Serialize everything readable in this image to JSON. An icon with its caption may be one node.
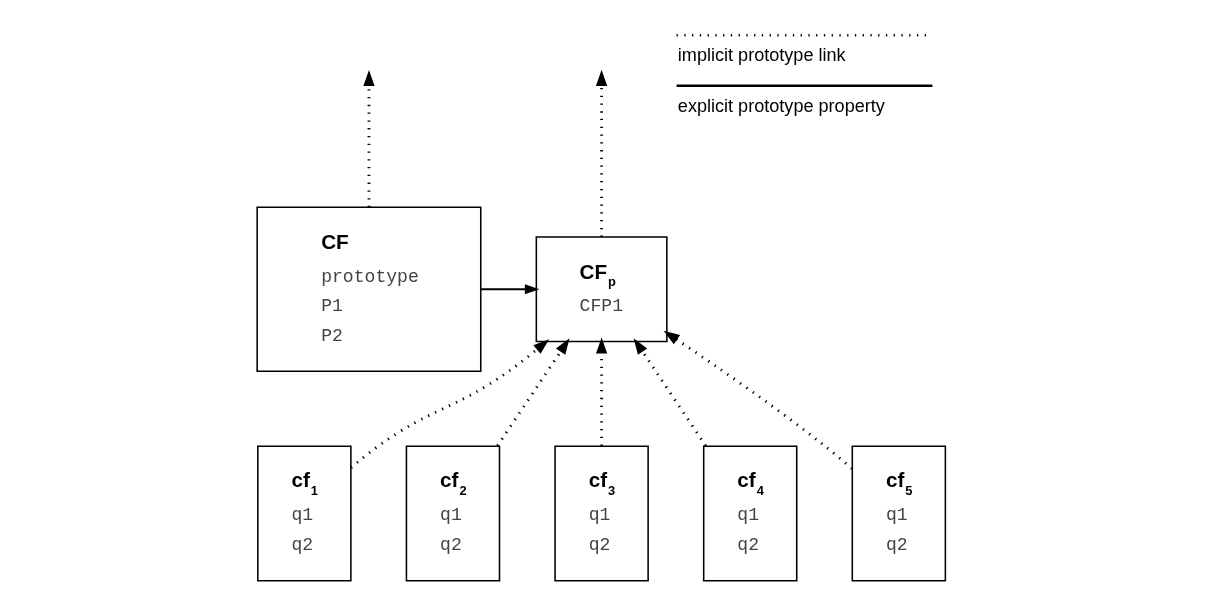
{
  "diagram": {
    "nodes": [
      {
        "text": [
          "CF",
          "prototype",
          "P1",
          "P2"
        ]
      },
      {
        "text": [
          "CF$_{p}$",
          "CFP1"
        ]
      },
      {
        "text": [
          "cf$_{1}$",
          "q1",
          "q2"
        ]
      },
      {
        "text": [
          "cf$_{2}$",
          "q1",
          "q2"
        ]
      },
      {
        "text": [
          "cf$_{3}$",
          "q1",
          "q2"
        ]
      },
      {
        "text": [
          "cf$_{4}$",
          "q1",
          "q2"
        ]
      },
      {
        "text": [
          "cf$_{5}$",
          "q1",
          "q2"
        ]
      }
    ],
    "edges": [
      {
        "from": 0,
        "to": null,
        "arrow": "to",
        "style": "dashed"
      },
      {
        "from": 0,
        "to": 1,
        "arrow": "to"
      },
      {
        "from": 1,
        "to": null,
        "arrow": "to",
        "style": "dashed"
      },
      {
        "from": 2,
        "to": 1,
        "arrow": "to",
        "style": "dashed"
      },
      {
        "from": 3,
        "to": 1,
        "arrow": "to",
        "style": "dashed"
      },
      {
        "from": 4,
        "to": 1,
        "arrow": "to",
        "style": "dashed"
      },
      {
        "from": 5,
        "to": 1,
        "arrow": "to",
        "style": "dashed"
      },
      {
        "from": 6,
        "to": 1,
        "arrow": "to",
        "style": "dashed"
      }
    ],
    "legend": [
      {
        "text": "implicit prototype link"
      },
      {
        "text": "explicit prototype property"
      }
    ]
  }
}
